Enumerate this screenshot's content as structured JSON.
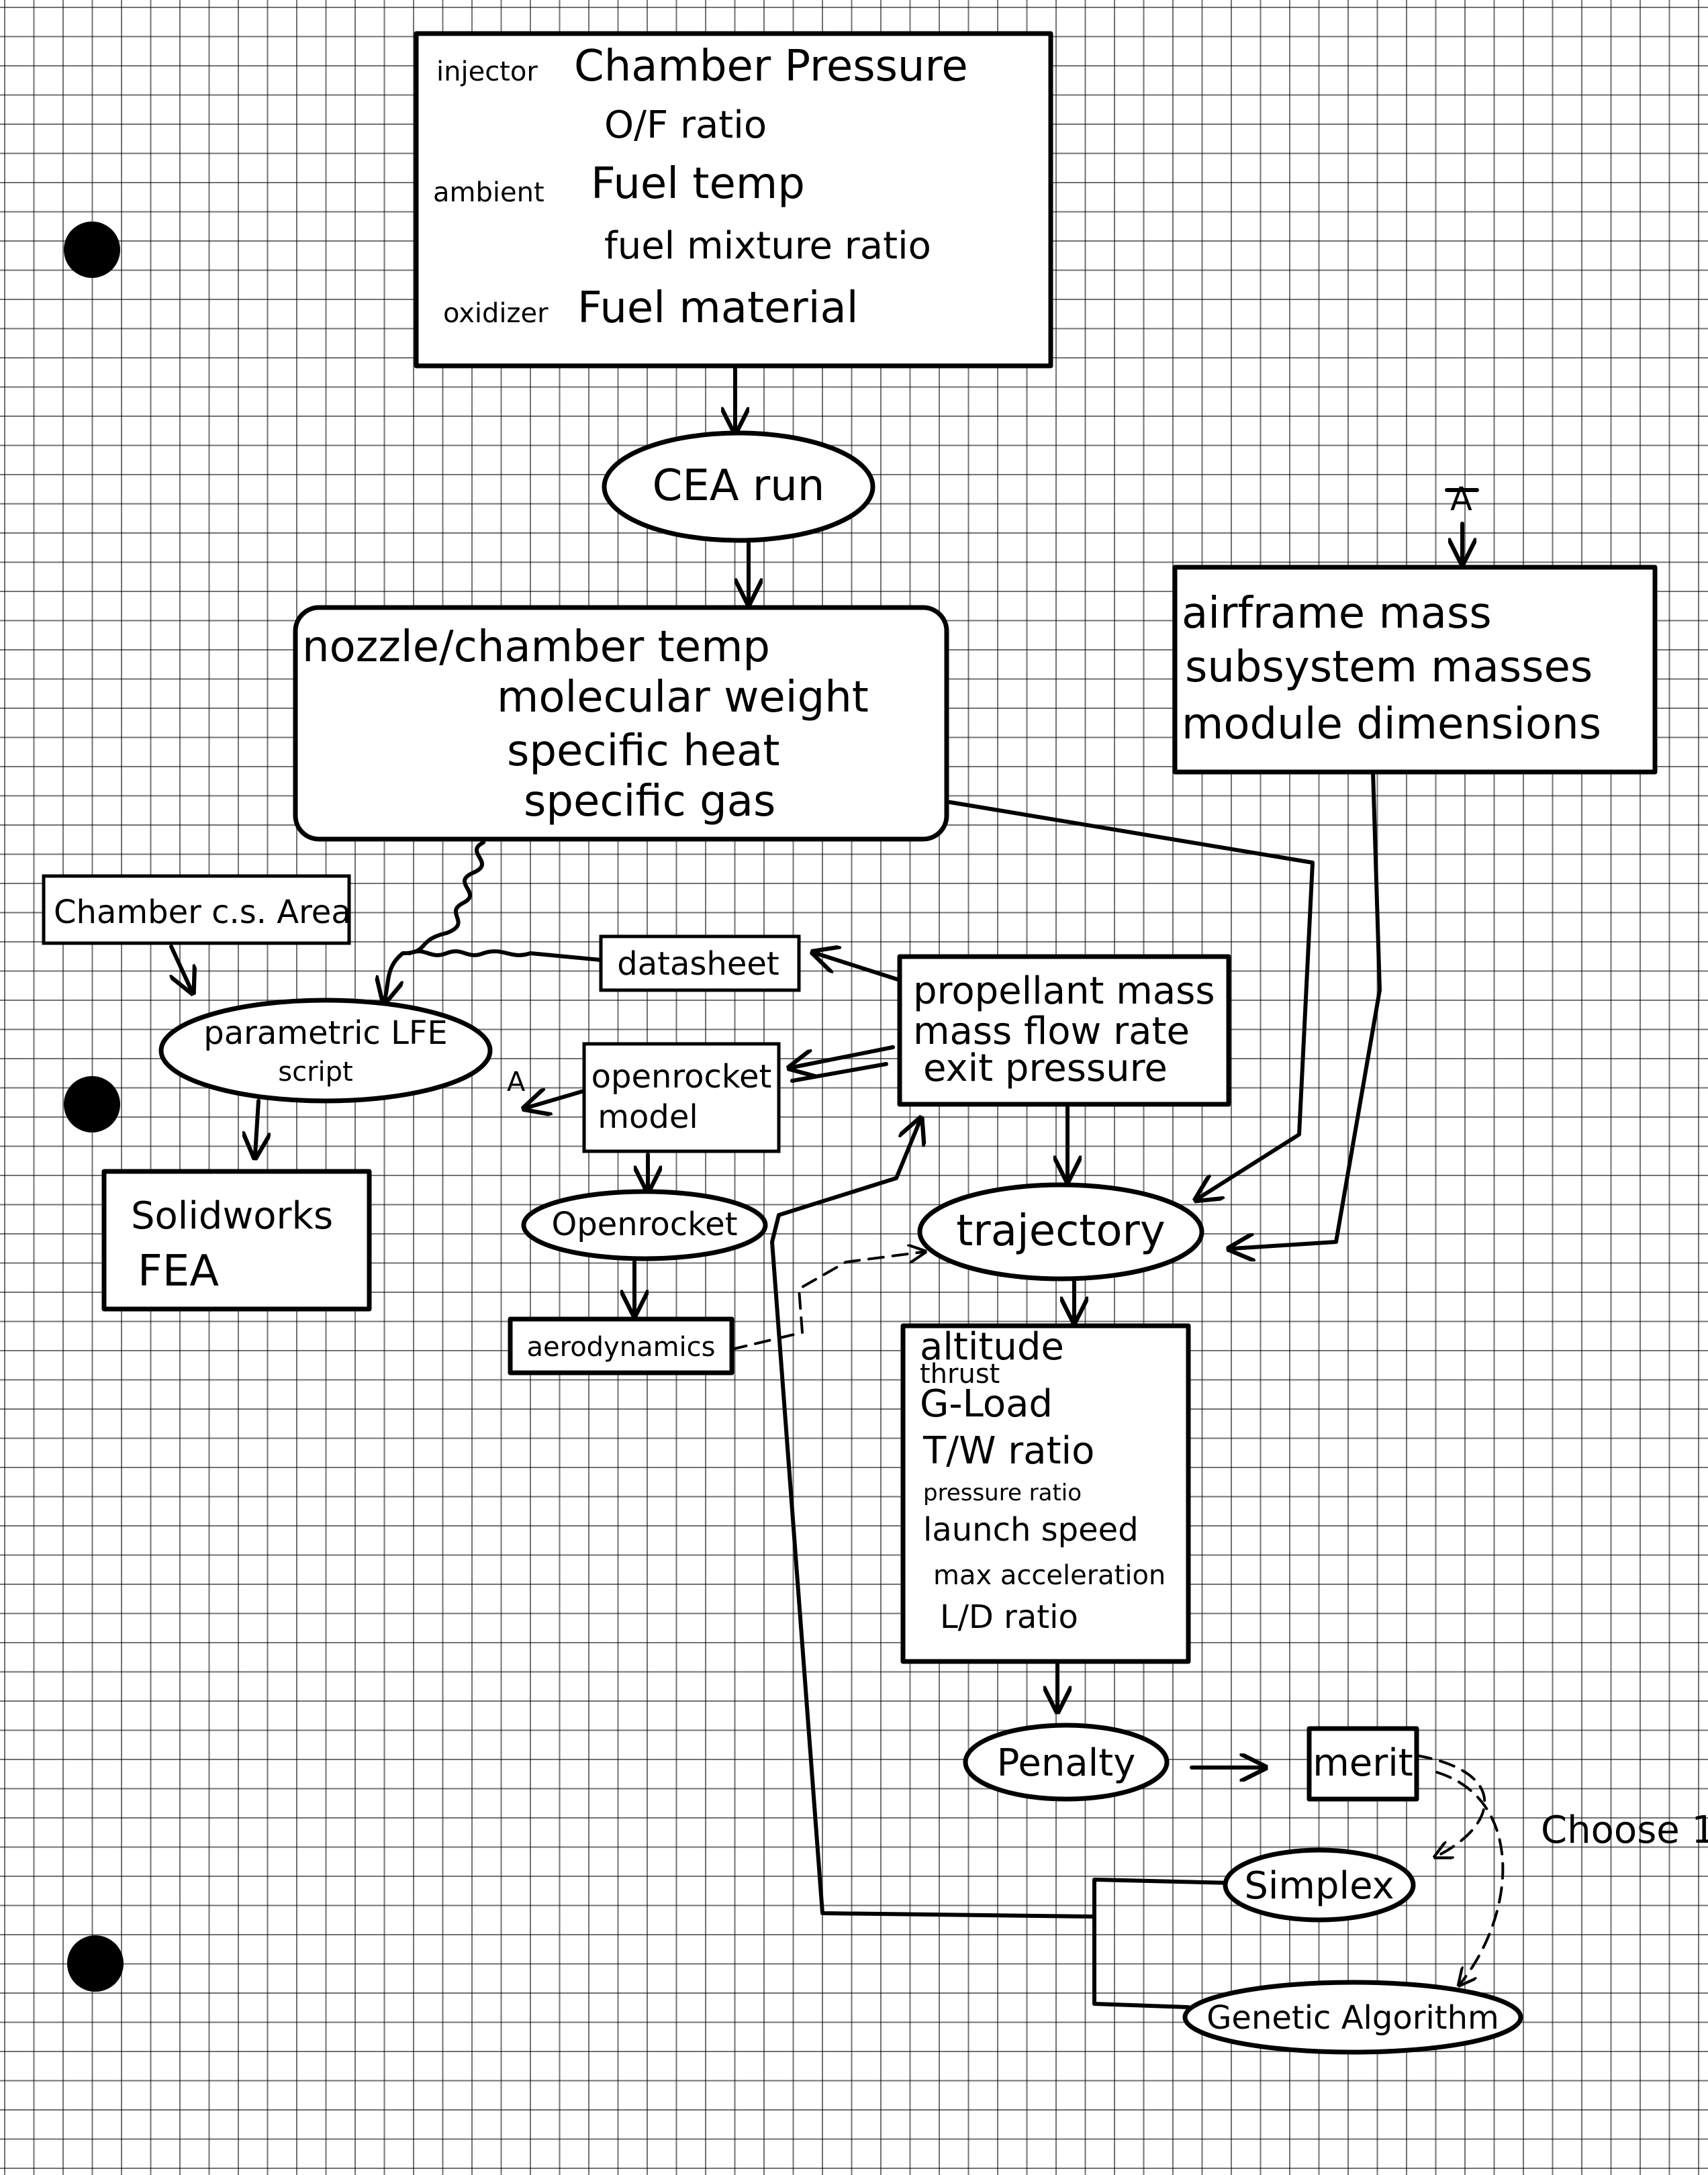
{
  "inputs_box": {
    "lines": [
      {
        "label": "injector",
        "value": "Chamber Pressure"
      },
      {
        "label": "",
        "value": "O/F ratio"
      },
      {
        "label": "ambient",
        "value": "Fuel temp"
      },
      {
        "label": "",
        "value": "fuel mixture ratio"
      },
      {
        "label": "oxidizer",
        "value": "Fuel material"
      }
    ]
  },
  "cea_run": "CEA run",
  "cea_outputs": {
    "lines": [
      "nozzle/chamber temp",
      "molecular weight",
      "specific heat",
      "specific gas"
    ]
  },
  "vehicle_box": {
    "top_mark": "A",
    "lines": [
      "airframe mass",
      "subsystem masses",
      "module dimensions"
    ]
  },
  "chamber_area": "Chamber c.s. Area",
  "parametric_script": {
    "line1": "parametric LFE",
    "line2": "script"
  },
  "solidworks": {
    "line1": "Solidworks",
    "line2": "FEA"
  },
  "datasheet": "datasheet",
  "propellant_box": {
    "lines": [
      "propellant mass",
      "mass flow rate",
      "exit pressure"
    ]
  },
  "openrocket_model": {
    "line1": "openrocket",
    "line2": "model",
    "side_mark": "A"
  },
  "openrocket": "Openrocket",
  "aerodynamics": "aerodynamics",
  "trajectory": "trajectory",
  "trajectory_outputs": {
    "lines": [
      "altitude",
      "thrust",
      "G-Load",
      "T/W ratio",
      "pressure ratio",
      "launch speed",
      "max acceleration",
      "L/D ratio"
    ]
  },
  "penalty": "Penalty",
  "merit": "merit",
  "choose": "Choose 1",
  "simplex": "Simplex",
  "genetic_algorithm": "Genetic Algorithm"
}
